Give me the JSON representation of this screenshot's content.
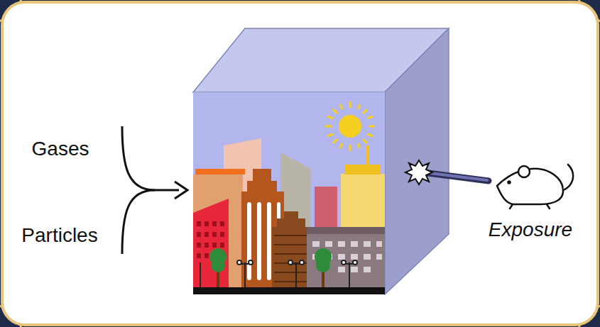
{
  "diagram": {
    "labels": [
      "Gases",
      "Particles",
      "Exposure"
    ]
  }
}
